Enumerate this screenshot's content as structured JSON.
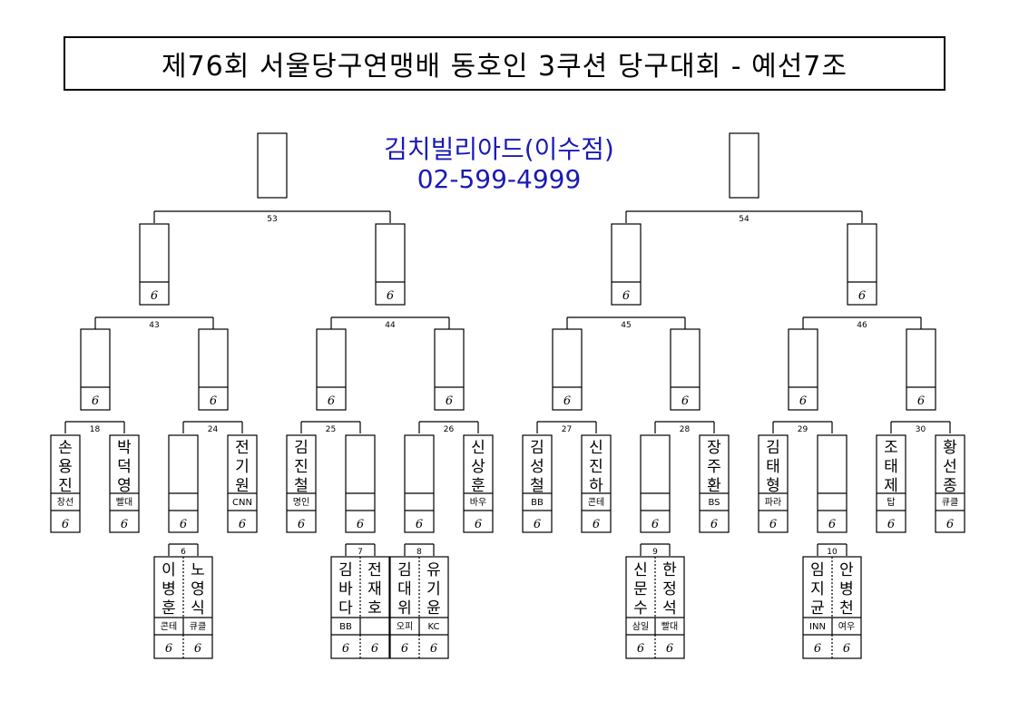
{
  "title": "제76회 서울당구연맹배 동호인 3쿠션 당구대회 - 예선7조",
  "venue": {
    "name": "김치빌리아드(이수점)",
    "phone": "02-599-4999"
  },
  "score_glyph": "6",
  "rounds": {
    "final": [
      "53",
      "54"
    ],
    "semi": [
      "43",
      "44",
      "45",
      "46"
    ],
    "quarter": [
      "18",
      "24",
      "25",
      "26",
      "27",
      "28",
      "29",
      "30"
    ],
    "first": [
      "6",
      "7",
      "8",
      "9",
      "10"
    ]
  },
  "players": {
    "direct": [
      {
        "name": "손용진",
        "club": "창선"
      },
      {
        "name": "박덕영",
        "club": "빨대"
      },
      {
        "name": "전기원",
        "club": "CNN"
      },
      {
        "name": "김진철",
        "club": "명인"
      },
      {
        "name": "신상훈",
        "club": "바우"
      },
      {
        "name": "김성철",
        "club": "BB"
      },
      {
        "name": "신진하",
        "club": "콘테"
      },
      {
        "name": "장주환",
        "club": "BS"
      },
      {
        "name": "김태형",
        "club": "파라"
      },
      {
        "name": "조태제",
        "club": "탑"
      },
      {
        "name": "황선종",
        "club": "큐클"
      }
    ],
    "pairs": [
      {
        "left": {
          "name": "이병훈",
          "club": "콘테"
        },
        "right": {
          "name": "노영식",
          "club": "큐클"
        }
      },
      {
        "left": {
          "name": "김바다",
          "club": "BB"
        },
        "right": {
          "name": "전재호",
          "club": ""
        }
      },
      {
        "left": {
          "name": "김대위",
          "club": "오피"
        },
        "right": {
          "name": "유기윤",
          "club": "KC"
        }
      },
      {
        "left": {
          "name": "신문수",
          "club": "삼일"
        },
        "right": {
          "name": "한정석",
          "club": "빨대"
        }
      },
      {
        "left": {
          "name": "임지균",
          "club": "INN"
        },
        "right": {
          "name": "안병천",
          "club": "여우"
        }
      }
    ]
  }
}
